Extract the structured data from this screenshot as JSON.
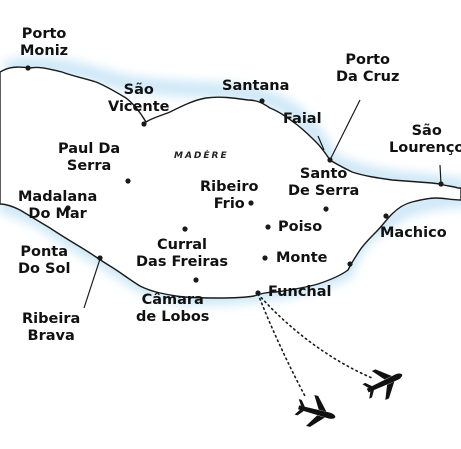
{
  "map": {
    "region_label": "MADÈRE",
    "colors": {
      "land": "#ffffff",
      "coast_glow": "#cfe8f7",
      "coast_line": "#1a1a1a",
      "text": "#111111"
    },
    "places": [
      {
        "key": "porto_moniz",
        "lines": [
          "Porto",
          "Moniz"
        ]
      },
      {
        "key": "sao_vicente",
        "lines": [
          "São",
          "Vicente"
        ]
      },
      {
        "key": "santana",
        "lines": [
          "Santana"
        ]
      },
      {
        "key": "porto_da_cruz",
        "lines": [
          "Porto",
          "Da Cruz"
        ]
      },
      {
        "key": "faial",
        "lines": [
          "Faial"
        ]
      },
      {
        "key": "sao_lourenco",
        "lines": [
          "São",
          "Lourenço"
        ]
      },
      {
        "key": "paul_da_serra",
        "lines": [
          "Paul Da",
          "Serra"
        ]
      },
      {
        "key": "ribeiro_frio",
        "lines": [
          "Ribeiro",
          "Frio"
        ]
      },
      {
        "key": "santo_de_serra",
        "lines": [
          "Santo",
          "De Serra"
        ]
      },
      {
        "key": "madalana_do_mar",
        "lines": [
          "Madalana",
          "Do Mar"
        ]
      },
      {
        "key": "poiso",
        "lines": [
          "Poiso"
        ]
      },
      {
        "key": "machico",
        "lines": [
          "Machico"
        ]
      },
      {
        "key": "ponta_do_sol",
        "lines": [
          "Ponta",
          "Do Sol"
        ]
      },
      {
        "key": "curral_das_freiras",
        "lines": [
          "Curral",
          "Das Freiras"
        ]
      },
      {
        "key": "monte",
        "lines": [
          "Monte"
        ]
      },
      {
        "key": "funchal",
        "lines": [
          "Funchal"
        ]
      },
      {
        "key": "camara_de_lobos",
        "lines": [
          "Câmara",
          "de Lobos"
        ]
      },
      {
        "key": "ribeira_brava",
        "lines": [
          "Ribeira",
          "Brava"
        ]
      }
    ],
    "icons": [
      "airplane-icon",
      "airplane-icon"
    ]
  }
}
